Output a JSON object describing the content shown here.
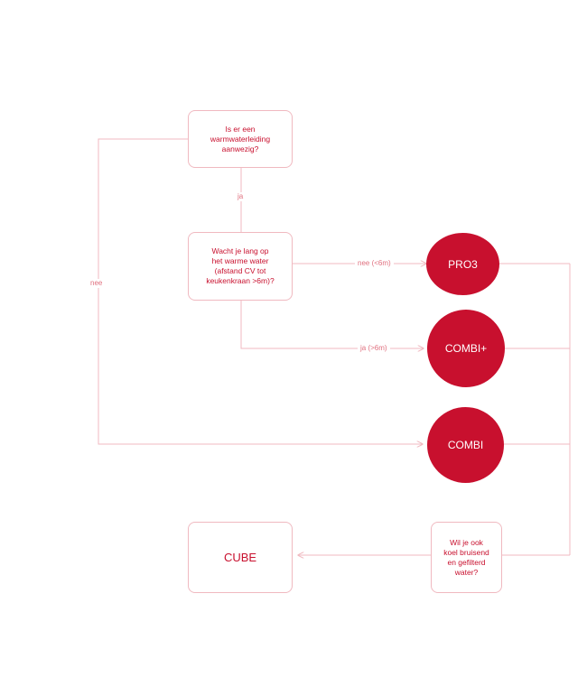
{
  "colors": {
    "accent": "#c8102e",
    "line": "#f0b9c0",
    "label": "#e0707f"
  },
  "nodes": {
    "q1": "Is er een\nwarmwaterleiding\naanwezig?",
    "q2": "Wacht je lang op\nhet warme water\n(afstand CV tot\nkeukenkraan >6m)?",
    "q3": "Wil je ook\nkoel bruisend\nen gefilterd\nwater?",
    "pro3": "PRO3",
    "combi_plus": "COMBI+",
    "combi": "COMBI",
    "cube": "CUBE"
  },
  "edge_labels": {
    "q1_yes": "ja",
    "q1_no": "nee",
    "q2_no": "nee (<6m)",
    "q2_yes": "ja (>6m)"
  }
}
